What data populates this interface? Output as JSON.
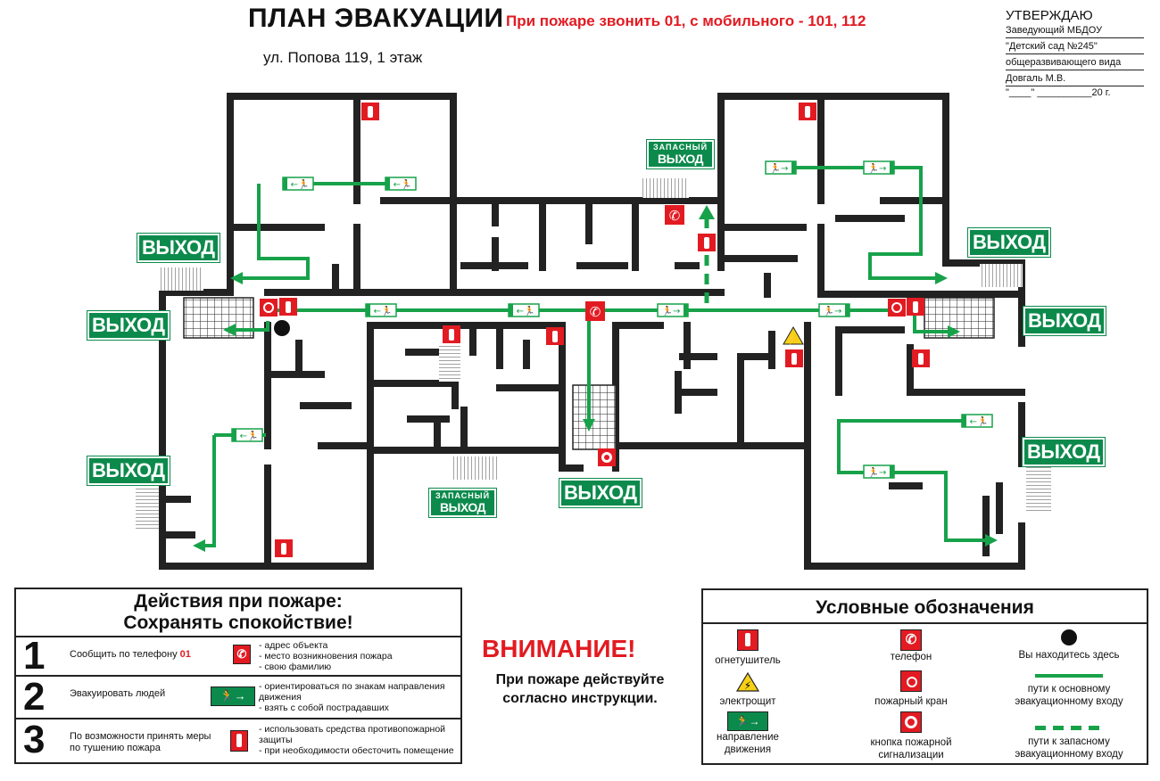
{
  "header": {
    "title": "ПЛАН ЭВАКУАЦИИ",
    "phone_line": "При пожаре звонить 01, с мобильного - 101, 112",
    "address": "ул. Попова 119, 1 этаж"
  },
  "approve": {
    "title": "УТВЕРЖДАЮ",
    "line1": "Заведующий МБДОУ",
    "line2": "\"Детский сад №245\"",
    "line3": "общеразвивающего вида",
    "line4": "Довгаль М.В.",
    "date": "\"____\" __________20    г."
  },
  "exits": {
    "main": "ВЫХОД",
    "spare_top": "ЗАПАСНЫЙ",
    "spare_bottom": "ВЫХОД"
  },
  "actions": {
    "title1": "Действия при пожаре:",
    "title2": "Сохранять спокойствие!",
    "rows": [
      {
        "num": "1",
        "text": "Сообщить по телефону",
        "phone": "01",
        "desc": [
          "- адрес объекта",
          "- место возникновения пожара",
          "- свою фамилию"
        ]
      },
      {
        "num": "2",
        "text": "Эвакуировать людей",
        "phone": "",
        "desc": [
          "- ориентироваться по знакам направления",
          "движения",
          "- взять с собой пострадавших"
        ]
      },
      {
        "num": "3",
        "text": "По возможности принять меры",
        "text2": "по тушению пожара",
        "phone": "",
        "desc": [
          "- использовать средства противопожарной",
          "защиты",
          "- при необходимости обесточить помещение"
        ]
      }
    ]
  },
  "attention": {
    "title": "ВНИМАНИЕ!",
    "line1": "При пожаре действуйте",
    "line2": "согласно инструкции."
  },
  "legend": {
    "title": "Условные обозначения",
    "extinguisher": "огнетушитель",
    "phone": "телефон",
    "you_are_here": "Вы находитесь здесь",
    "shield": "электрощит",
    "hydrant": "пожарный кран",
    "main_route1": "пути к основному",
    "main_route2": "эвакуационному входу",
    "direction1": "направление",
    "direction2": "движения",
    "alarm1": "кнопка пожарной",
    "alarm2": "сигнализации",
    "spare_route1": "пути к запасному",
    "spare_route2": "эвакуационному входу"
  },
  "colors": {
    "exit_green": "#0c8a4c",
    "fire_red": "#e21b22",
    "route_green": "#17a24a",
    "wall": "#222222"
  }
}
